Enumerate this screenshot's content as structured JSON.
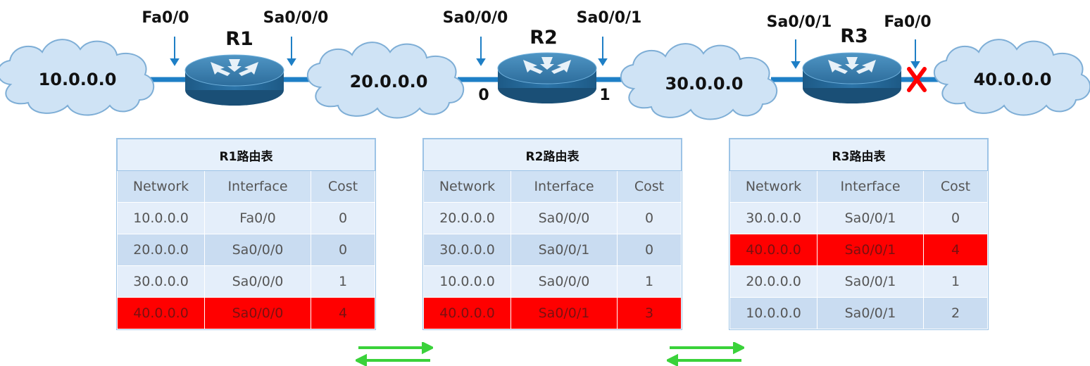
{
  "topology": {
    "networks": [
      "10.0.0.0",
      "20.0.0.0",
      "30.0.0.0",
      "40.0.0.0"
    ],
    "routers": [
      {
        "name": "R1",
        "left_if": "Fa0/0",
        "right_if": "Sa0/0/0"
      },
      {
        "name": "R2",
        "left_if": "Sa0/0/0",
        "right_if": "Sa0/0/1",
        "left_port": "0",
        "right_port": "1"
      },
      {
        "name": "R3",
        "left_if": "Sa0/0/1",
        "right_if": "Fa0/0"
      }
    ],
    "link_down_marker": "x-mark-icon",
    "colors": {
      "cloud_fill": "#cfe3f5",
      "cloud_stroke": "#7eaed6",
      "link": "#1e7fc6",
      "down_mark": "#ff0000",
      "arrow": "#3ad23a"
    }
  },
  "tables": [
    {
      "title": "R1路由表",
      "headers": [
        "Network",
        "Interface",
        "Cost"
      ],
      "rows": [
        {
          "network": "10.0.0.0",
          "interface": "Fa0/0",
          "cost": "0",
          "highlight": false
        },
        {
          "network": "20.0.0.0",
          "interface": "Sa0/0/0",
          "cost": "0",
          "highlight": false
        },
        {
          "network": "30.0.0.0",
          "interface": "Sa0/0/0",
          "cost": "1",
          "highlight": false
        },
        {
          "network": "40.0.0.0",
          "interface": "Sa0/0/0",
          "cost": "4",
          "highlight": true
        }
      ]
    },
    {
      "title": "R2路由表",
      "headers": [
        "Network",
        "Interface",
        "Cost"
      ],
      "rows": [
        {
          "network": "20.0.0.0",
          "interface": "Sa0/0/0",
          "cost": "0",
          "highlight": false
        },
        {
          "network": "30.0.0.0",
          "interface": "Sa0/0/1",
          "cost": "0",
          "highlight": false
        },
        {
          "network": "10.0.0.0",
          "interface": "Sa0/0/0",
          "cost": "1",
          "highlight": false
        },
        {
          "network": "40.0.0.0",
          "interface": "Sa0/0/1",
          "cost": "3",
          "highlight": true
        }
      ]
    },
    {
      "title": "R3路由表",
      "headers": [
        "Network",
        "Interface",
        "Cost"
      ],
      "rows": [
        {
          "network": "30.0.0.0",
          "interface": "Sa0/0/1",
          "cost": "0",
          "highlight": false
        },
        {
          "network": "40.0.0.0",
          "interface": "Sa0/0/1",
          "cost": "4",
          "highlight": true
        },
        {
          "network": "20.0.0.0",
          "interface": "Sa0/0/1",
          "cost": "1",
          "highlight": false
        },
        {
          "network": "10.0.0.0",
          "interface": "Sa0/0/1",
          "cost": "2",
          "highlight": false
        }
      ]
    }
  ],
  "exchange_arrows": [
    "exchange-arrows-icon",
    "exchange-arrows-icon"
  ]
}
